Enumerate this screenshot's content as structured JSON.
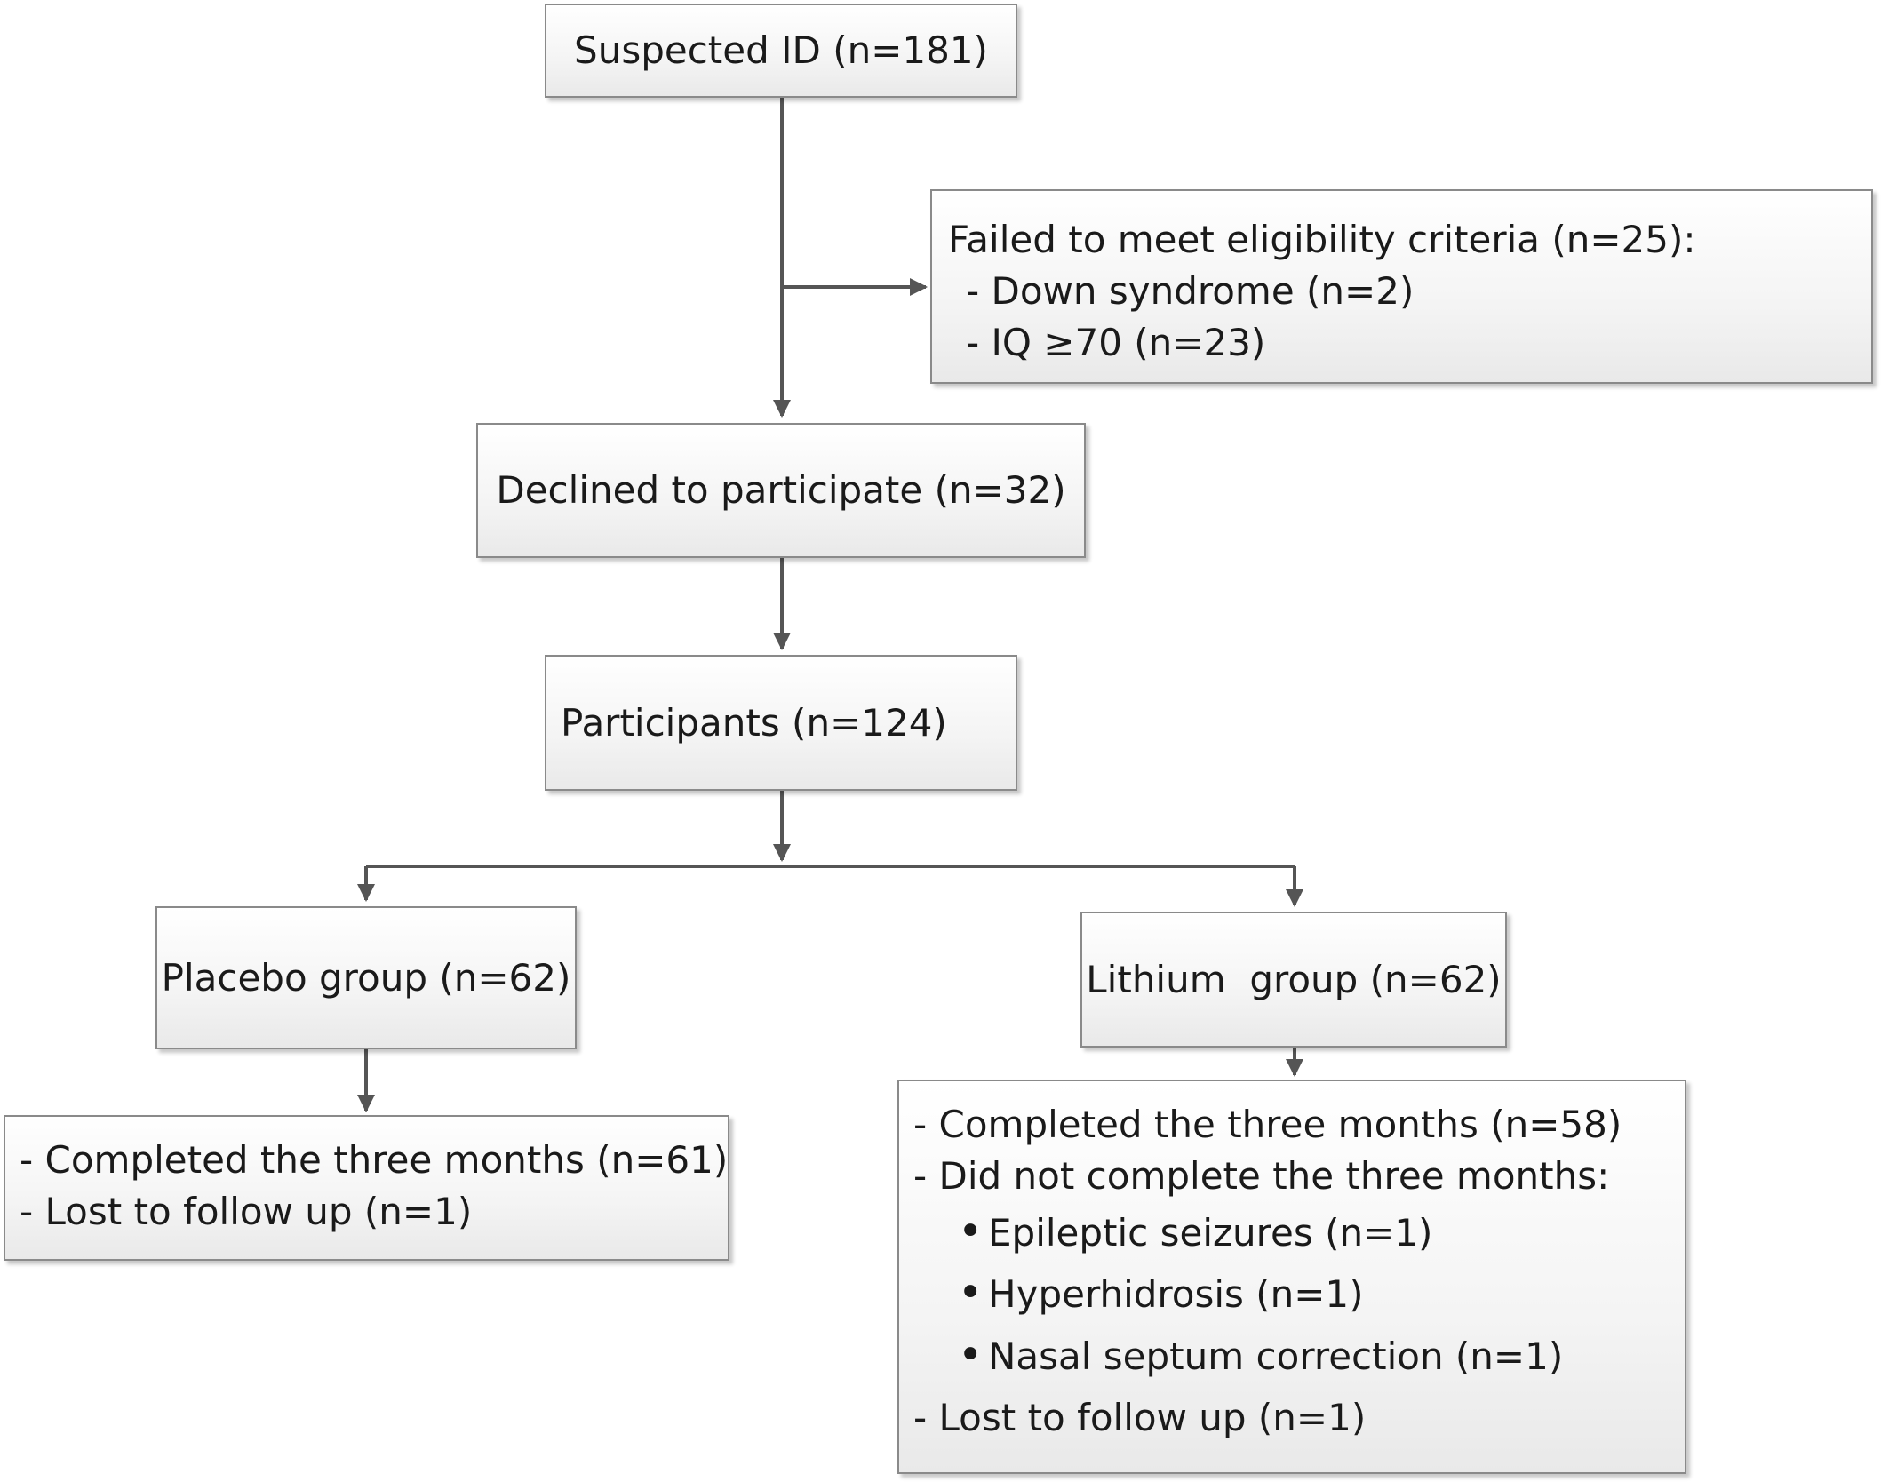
{
  "boxes": {
    "suspected": "Suspected ID (n=181)",
    "excluded": {
      "heading": "Failed to meet eligibility criteria (n=25):",
      "items": [
        "- Down syndrome (n=2)",
        "- IQ ≥70 (n=23)"
      ]
    },
    "declined": "Declined to participate (n=32)",
    "participants": "Participants (n=124)",
    "placebo": {
      "title": "Placebo group (n=62)",
      "outcomes": [
        "- Completed the three months (n=61)",
        "- Lost to follow up (n=1)"
      ]
    },
    "lithium": {
      "title": "Lithium  group (n=62)",
      "completed": "- Completed the three months (n=58)",
      "not_completed": "- Did not complete the three months:",
      "reasons": [
        "Epileptic seizures (n=1)",
        "Hyperhidrosis (n=1)",
        "Nasal septum correction (n=1)"
      ],
      "lost": "- Lost to follow up (n=1)"
    }
  },
  "colors": {
    "connector": "#555555",
    "border": "#8a8a8a"
  }
}
